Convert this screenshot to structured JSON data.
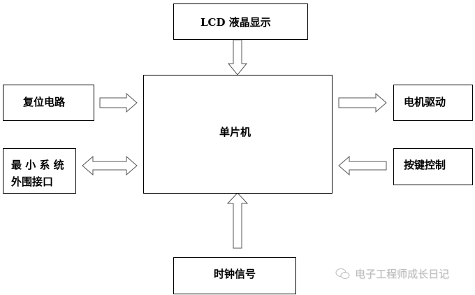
{
  "blocks": {
    "lcd": "LCD 液晶显示",
    "mcu": "单片机",
    "reset": "复位电路",
    "min_system_line1": "最 小 系 统",
    "min_system_line2": "外围接口",
    "motor": "电机驱动",
    "keys": "按键控制",
    "clock": "时钟信号"
  },
  "watermark": "电子工程师成长日记"
}
